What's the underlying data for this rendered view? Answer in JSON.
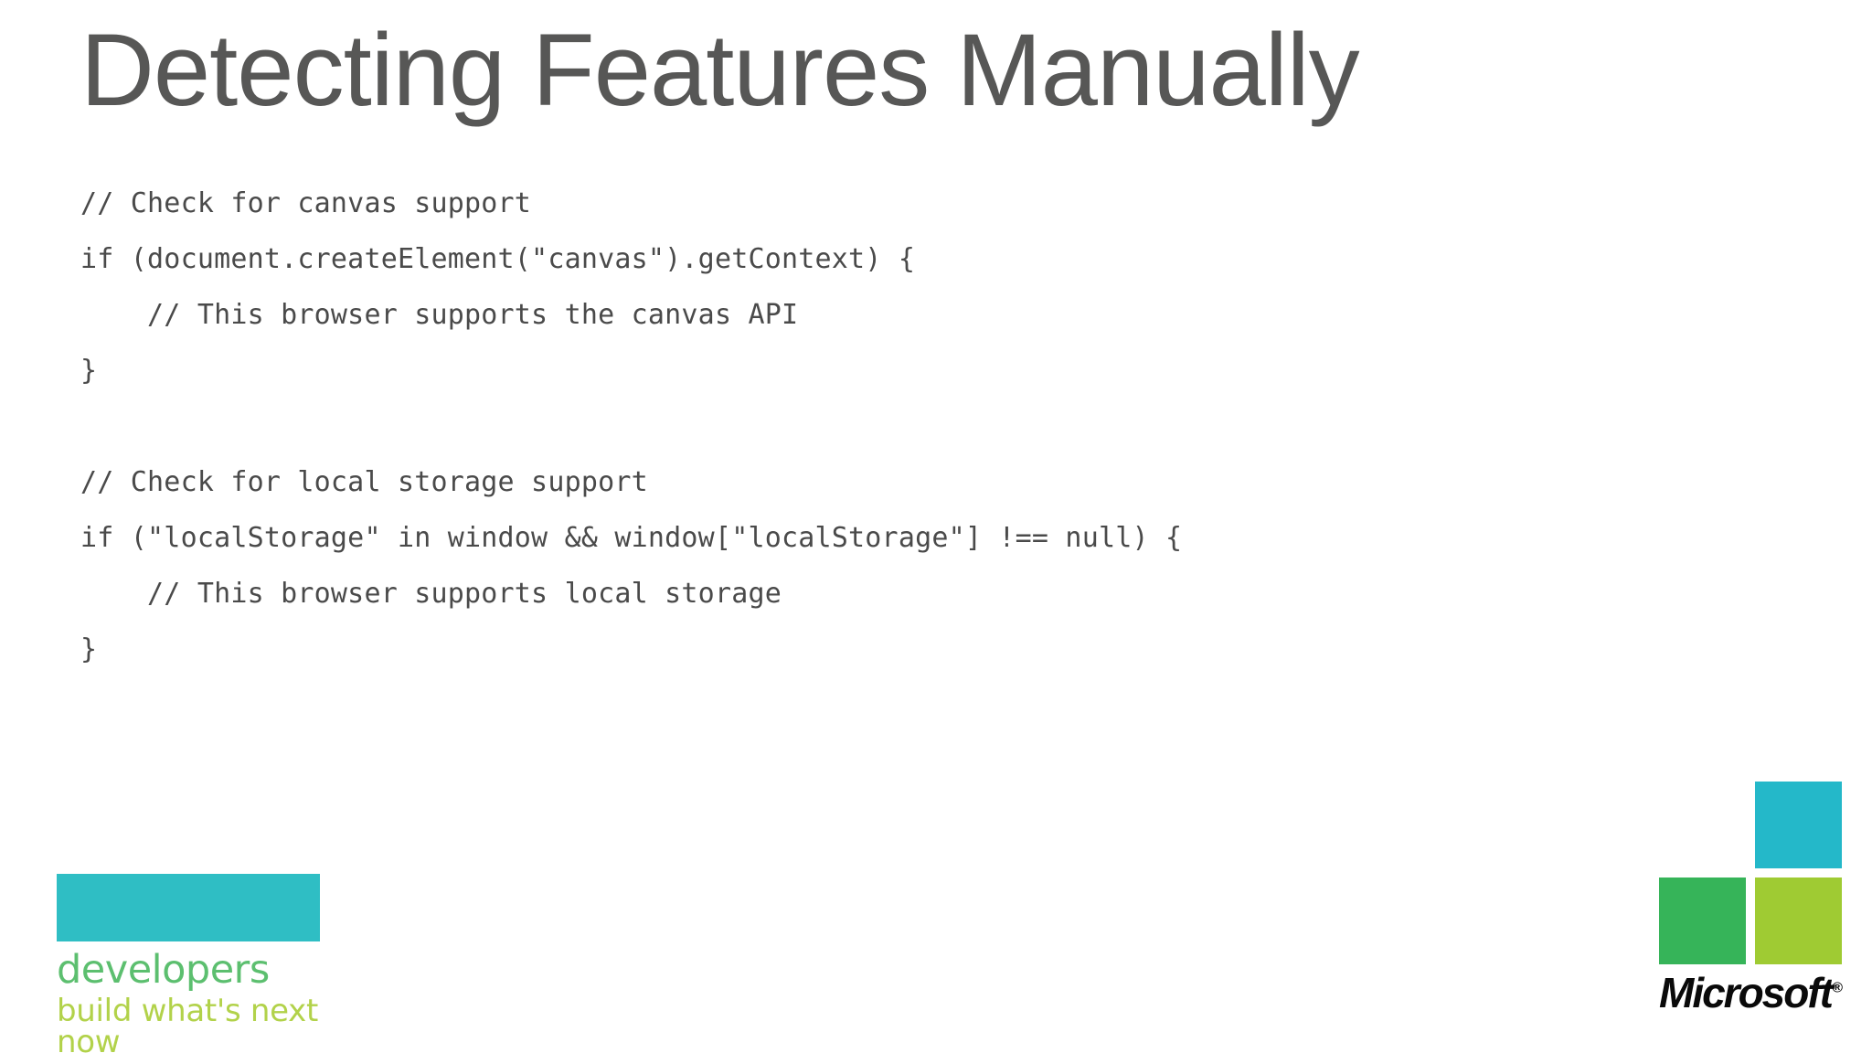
{
  "slide": {
    "title": "Detecting Features Manually",
    "background_color": "#ffffff",
    "title_color": "#575756"
  },
  "code": {
    "language": "javascript",
    "text_color": "#4a4a4a",
    "lines": [
      "// Check for canvas support",
      "if (document.createElement(\"canvas\").getContext) {",
      "    // This browser supports the canvas API",
      "}",
      "",
      "// Check for local storage support",
      "if (\"localStorage\" in window && window[\"localStorage\"] !== null) {",
      "    // This browser supports local storage",
      "}"
    ]
  },
  "developers_logo": {
    "bar_color": "#2fbec4",
    "word": "developers",
    "word_color": "#5cbf6f",
    "tagline": "build what's next now",
    "tagline_color": "#b2d24a"
  },
  "microsoft_logo": {
    "wordmark": "Microsoft",
    "trademark": "®",
    "squares": [
      {
        "name": "teal",
        "color": "#24b8c9"
      },
      {
        "name": "green",
        "color": "#36b459"
      },
      {
        "name": "lime",
        "color": "#9fcb33"
      }
    ]
  }
}
